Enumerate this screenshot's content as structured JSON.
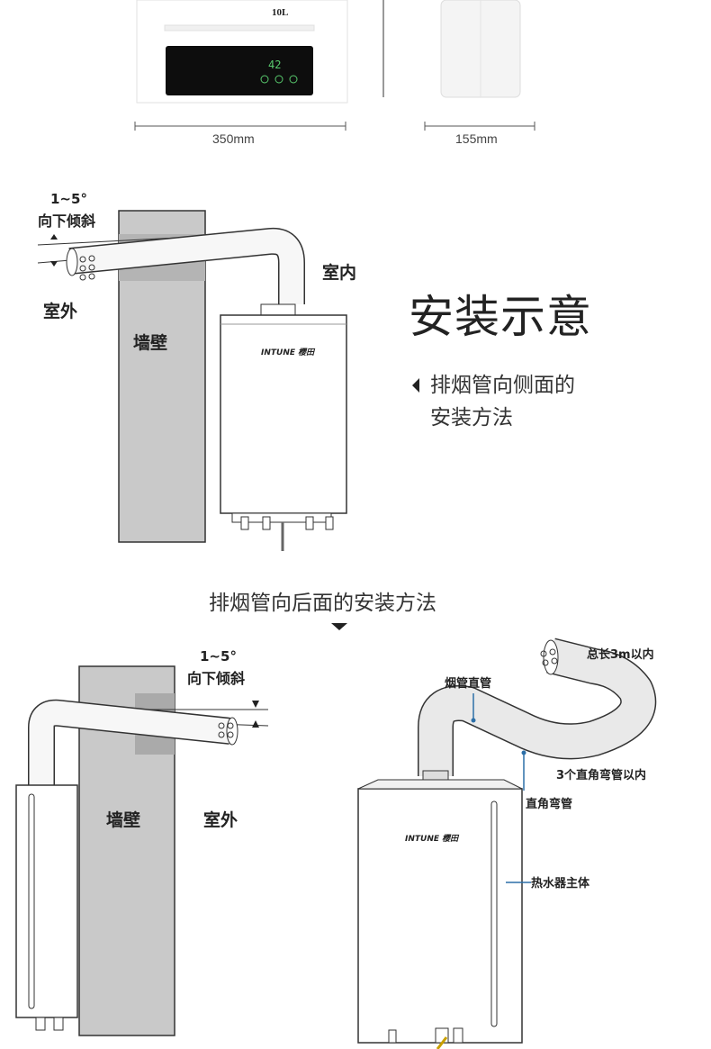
{
  "product": {
    "capacity_label": "10L",
    "display_readout": "42"
  },
  "dimensions": {
    "width": "350mm",
    "depth": "155mm"
  },
  "side_install": {
    "angle_line1": "1~5°",
    "angle_line2": "向下倾斜",
    "outdoor": "室外",
    "indoor": "室内",
    "wall": "墙壁",
    "brand": "INTUNE",
    "brand_cn": "樱田"
  },
  "heading": {
    "title": "安装示意",
    "subtitle_line1": "排烟管向侧面的",
    "subtitle_line2": "安装方法"
  },
  "back_install": {
    "section_title": "排烟管向后面的安装方法",
    "angle_line1": "1~5°",
    "angle_line2": "向下倾斜",
    "wall": "墙壁",
    "outdoor": "室外"
  },
  "parts": {
    "total_length": "总长3m以内",
    "straight_pipe": "烟管直管",
    "elbow_limit": "3个直角弯管以内",
    "elbow": "直角弯管",
    "main_body": "热水器主体",
    "brand": "INTUNE",
    "brand_cn": "樱田"
  }
}
